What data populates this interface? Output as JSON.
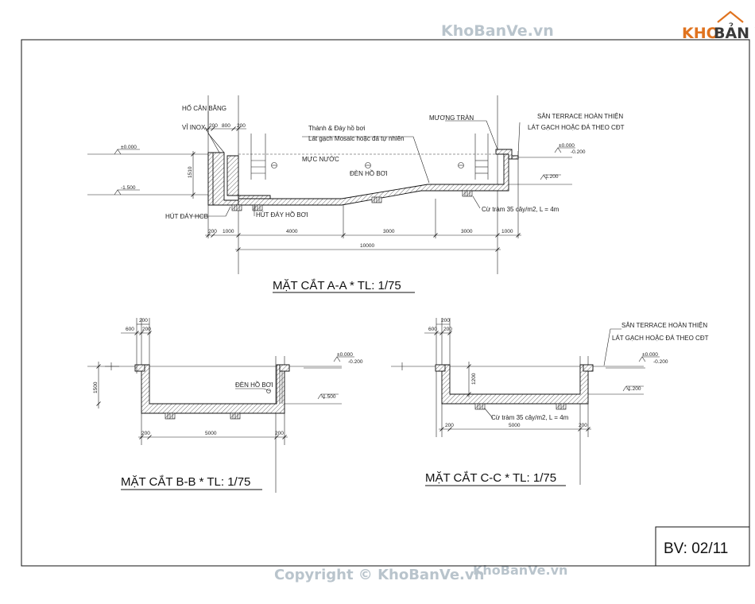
{
  "watermark": {
    "top": "KhoBanVe.vn",
    "bottom": "Copyright © KhoBanVe.vn",
    "bottom_overlay": "KhoBanVe.vn"
  },
  "logo": {
    "part1": "KHO",
    "part2": "BẢN VẼ"
  },
  "section_aa": {
    "title": "MẶT CẮT A-A * TL: 1/75",
    "labels": {
      "ho_can_bang": "HỐ CÂN BẰNG",
      "vi_inox": "VỈ INOX",
      "thanh_day": "Thành & Đáy hồ bơi",
      "lat_gach": "Lát gạch Mosaic hoặc đá tự nhiên",
      "muc_nuoc": "MỰC NƯỚC",
      "den_ho_boi": "ĐÈN HỒ BƠI",
      "muong_tran": "MƯƠNG TRÀN",
      "san_terrace": "SÂN TERRACE HOÀN THIỆN",
      "lat_gach_cdt": "LÁT GẠCH HOẶC ĐÁ THEO CĐT",
      "hut_day_hcb": "HÚT ĐÁY HCB",
      "hut_day_ho_boi": "HÚT ĐÁY HỒ BƠI",
      "cu_tram": "Cừ tràm 35 cây/m2, L = 4m"
    },
    "levels": {
      "l0_left": "±0.000",
      "l1500_left": "-1.500",
      "l0_right": "±0.000",
      "l200_right": "-0.200",
      "l1200_right": "-1.200"
    },
    "dims": {
      "top_200a": "200",
      "top_800": "800",
      "top_200b": "200",
      "height_1510": "1510",
      "b_200": "200",
      "b_1000a": "1000",
      "b_4000": "4000",
      "b_3000a": "3000",
      "b_3000b": "3000",
      "b_1000b": "1000",
      "total_10000": "10000"
    }
  },
  "section_bb": {
    "title": "MẶT CẮT B-B * TL: 1/75",
    "labels": {
      "den_ho_boi": "ĐÈN HỒ BƠI"
    },
    "levels": {
      "l0": "±0.000",
      "l200": "-0.200",
      "l1500": "-1.500"
    },
    "dims": {
      "top_200": "200",
      "top_600": "600",
      "top_200b": "200",
      "height_1500": "1500",
      "left_200": "200",
      "width_5000": "5000",
      "right_200": "200"
    }
  },
  "section_cc": {
    "title": "MẶT CẮT C-C * TL: 1/75",
    "labels": {
      "san_terrace": "SÂN TERRACE HOÀN THIỆN",
      "lat_gach_cdt": "LÁT GẠCH HOẶC ĐÁ THEO CĐT",
      "cu_tram": "Cừ tràm 35 cây/m2, L = 4m"
    },
    "levels": {
      "l0": "±0.000",
      "l200": "-0.200",
      "l1200": "-1.200"
    },
    "dims": {
      "top_200": "200",
      "top_600": "600",
      "top_200b": "200",
      "height_1200": "1200",
      "left_200": "200",
      "width_5000": "5000",
      "right_200": "200"
    }
  },
  "sheet_number": "BV: 02/11",
  "colors": {
    "line": "#111111",
    "watermark": "#b9c4cc",
    "logo_orange": "#e0731f",
    "logo_dark": "#3a3a3a"
  }
}
